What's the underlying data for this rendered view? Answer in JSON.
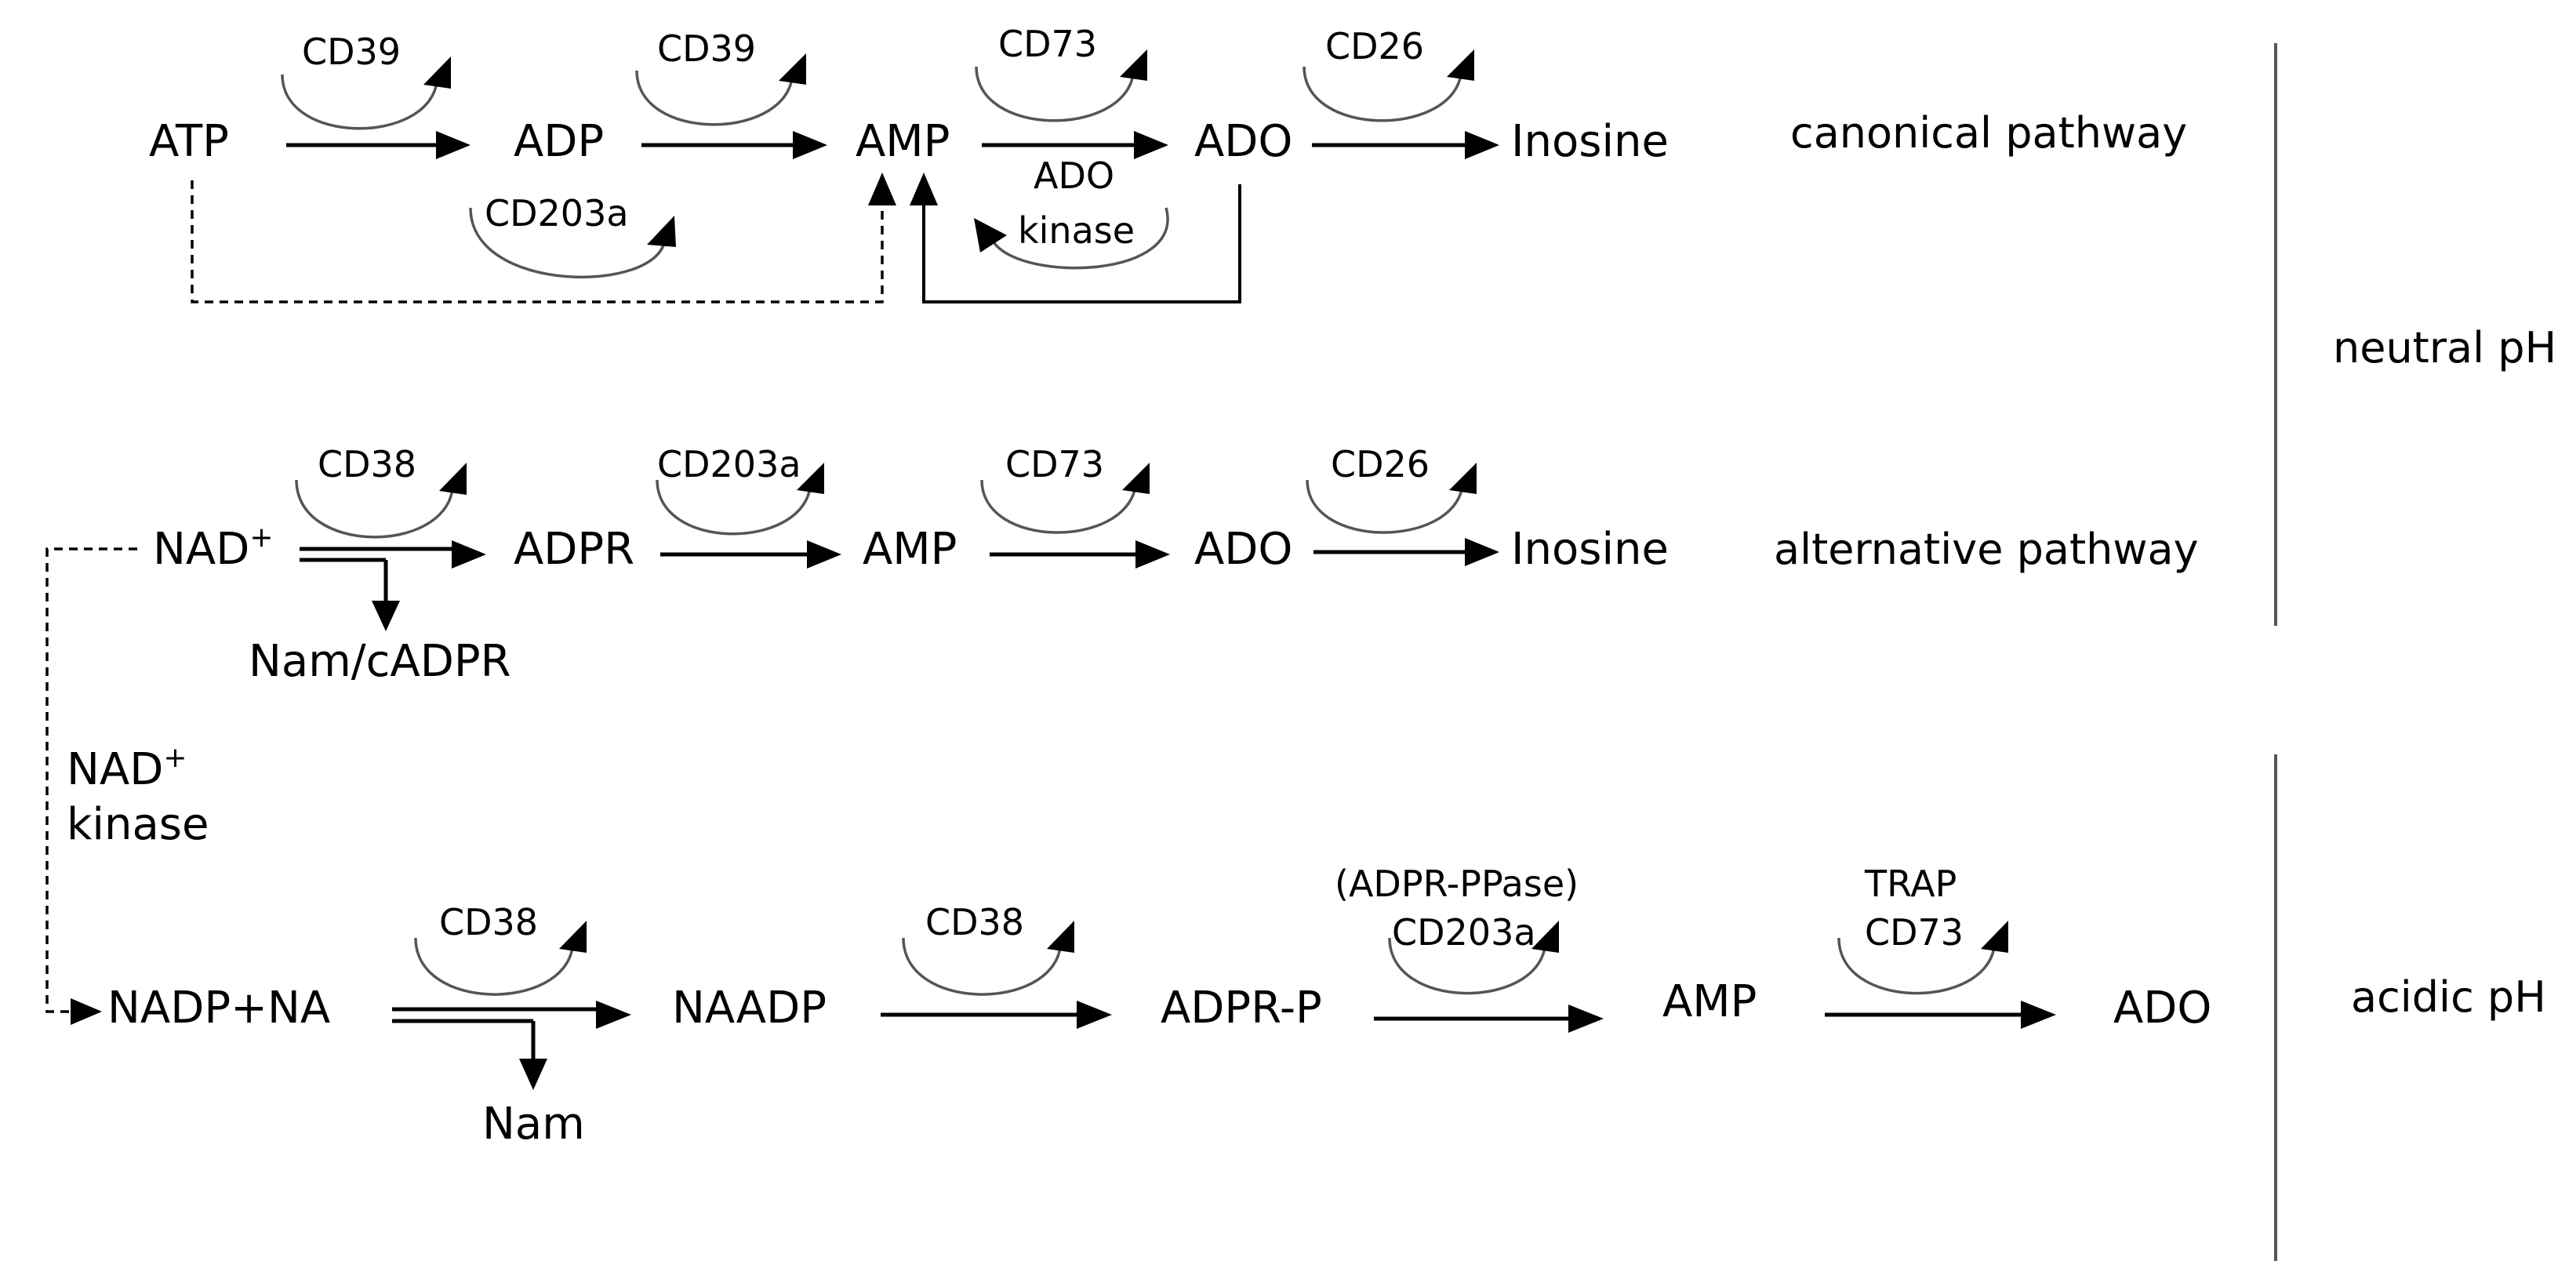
{
  "nodes": {
    "atp": "ATP",
    "adp": "ADP",
    "amp_1": "AMP",
    "ado_1": "ADO",
    "inosine_1": "Inosine",
    "nad_plus": "NAD",
    "nad_sup": "+",
    "adpr": "ADPR",
    "amp_2": "AMP",
    "ado_2": "ADO",
    "inosine_2": "Inosine",
    "nam_cadpr": "Nam/cADPR",
    "nadp_na": "NADP+NA",
    "naadp": "NAADP",
    "adpr_p": "ADPR-P",
    "amp_3": "AMP",
    "ado_3": "ADO",
    "nam": "Nam"
  },
  "enzymes": {
    "cd39_1": "CD39",
    "cd39_2": "CD39",
    "cd73_1": "CD73",
    "cd26_1": "CD26",
    "cd203a_1": "CD203a",
    "ado_kinase_1": "ADO",
    "ado_kinase_2": "kinase",
    "cd38_1": "CD38",
    "cd203a_2": "CD203a",
    "cd73_2": "CD73",
    "cd26_2": "CD26",
    "nad_kinase_1": "NAD",
    "nad_kinase_sup": "+",
    "nad_kinase_2": "kinase",
    "cd38_2": "CD38",
    "cd38_3": "CD38",
    "adpr_ppase": "(ADPR-PPase)",
    "cd203a_3": "CD203a",
    "trap": "TRAP",
    "cd73_3": "CD73"
  },
  "labels": {
    "canonical": "canonical pathway",
    "alternative": "alternative pathway",
    "neutral_ph": "neutral pH",
    "acidic_ph": "acidic pH"
  }
}
